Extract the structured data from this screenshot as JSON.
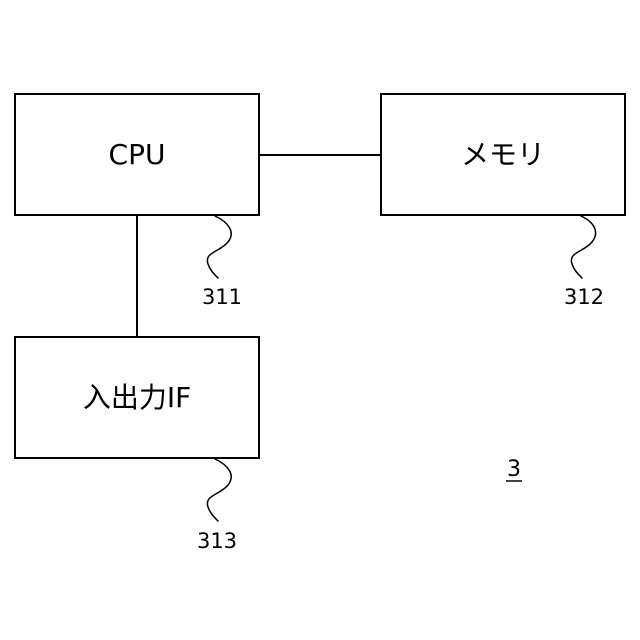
{
  "blocks": {
    "cpu": {
      "label": "CPU",
      "ref": "311"
    },
    "memory": {
      "label": "メモリ",
      "ref": "312"
    },
    "io": {
      "label": "入出力IF",
      "ref": "313"
    }
  },
  "figure_number": "3"
}
